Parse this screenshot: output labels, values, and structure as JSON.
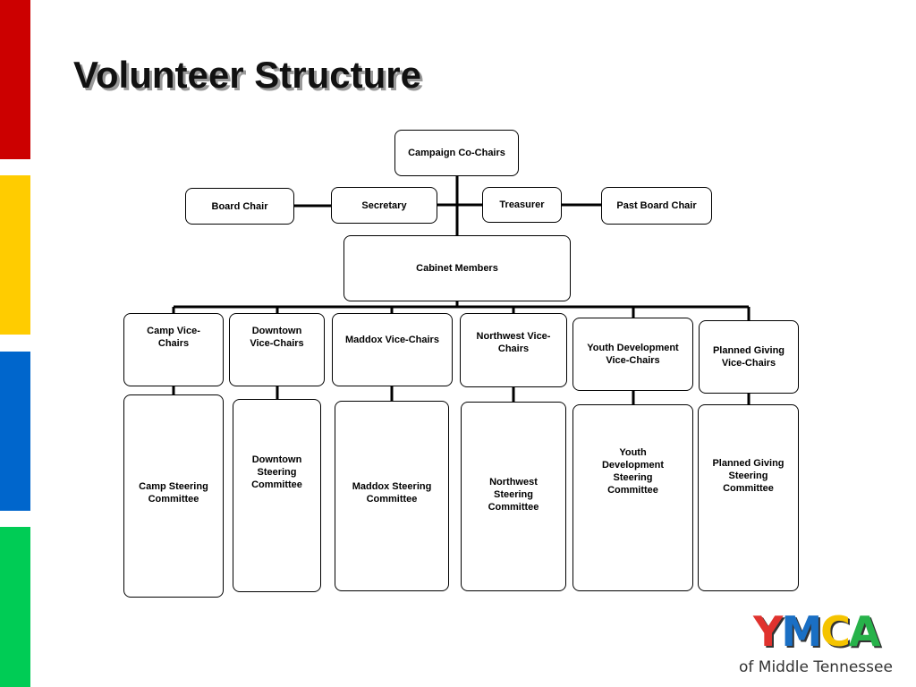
{
  "title": "Volunteer Structure",
  "stripes": [
    "#cc0000",
    "#ffcc00",
    "#0066cc",
    "#00cc55"
  ],
  "org": {
    "top": "Campaign Co-Chairs",
    "board_chair": "Board Chair",
    "secretary": "Secretary",
    "treasurer": "Treasurer",
    "past_board_chair": "Past Board Chair",
    "cabinet": "Cabinet Members",
    "vice_chairs": [
      "Camp Vice-Chairs",
      "Downtown Vice-Chairs",
      "Maddox Vice-Chairs",
      "Northwest Vice-Chairs",
      "Youth Development Vice-Chairs",
      "Planned Giving Vice-Chairs"
    ],
    "committees": [
      "Camp Steering Committee",
      "Downtown Steering Committee",
      "Maddox Steering Committee",
      "Northwest Steering Committee",
      "Youth Development Steering Committee",
      "Planned Giving Steering Committee"
    ]
  },
  "logo": {
    "letters": [
      "Y",
      "M",
      "C",
      "A"
    ],
    "letter_colors": [
      "#e0322e",
      "#1a6fc4",
      "#f5c400",
      "#27b24a"
    ],
    "subtitle": "of Middle Tennessee"
  }
}
